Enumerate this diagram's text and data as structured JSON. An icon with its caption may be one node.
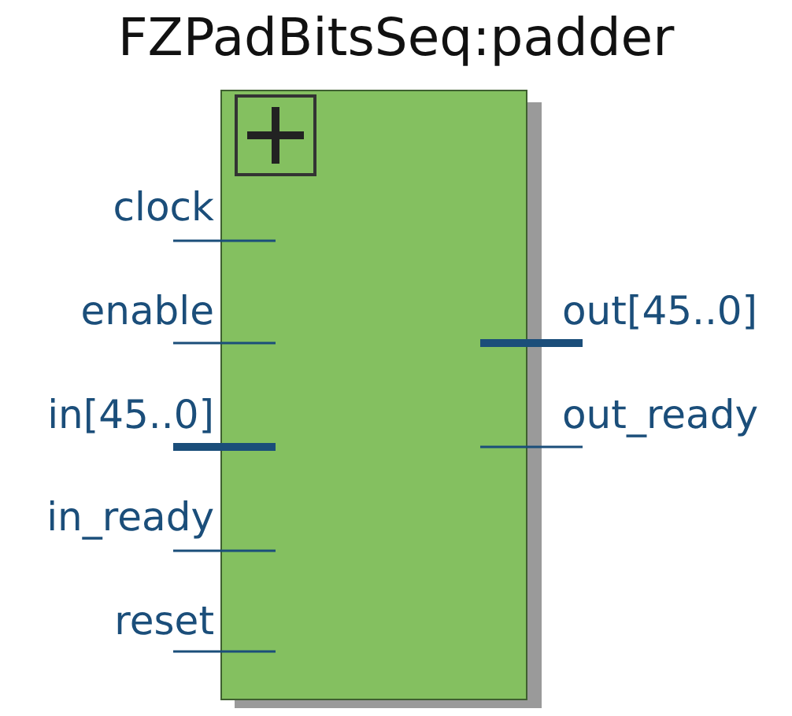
{
  "diagram": {
    "title": "FZPadBitsSeq:padder",
    "nodes": [
      {
        "text": [],
        "shape": "box"
      }
    ],
    "labels": [
      "clock",
      "enable",
      "out[45..0]",
      "in[45..0]",
      "out_ready",
      "in_ready",
      "reset"
    ]
  }
}
